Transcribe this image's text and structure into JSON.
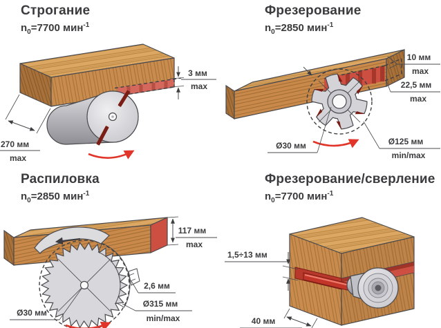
{
  "colors": {
    "accent_red": "#e2352a",
    "cut_red": "#cc4f41",
    "cut_red_dark": "#a03428",
    "wood_top": "#dca763",
    "wood_front": "#c9894a",
    "wood_end": "#a8713a",
    "steel_light": "#d8d8dc",
    "steel_dark": "#8e8e95",
    "text": "#3b3b3d"
  },
  "panels": [
    {
      "id": "planing",
      "title": "Строгание",
      "speed": {
        "base": "n",
        "sub": "0",
        "value": "=7700 мин",
        "sup": "-1"
      },
      "dims": {
        "depth": {
          "value": "3 мм",
          "qualifier": "max"
        },
        "width": {
          "value": "270 мм",
          "qualifier": "max"
        }
      }
    },
    {
      "id": "milling",
      "title": "Фрезерование",
      "speed": {
        "base": "n",
        "sub": "0",
        "value": "=2850 мин",
        "sup": "-1"
      },
      "dims": {
        "groove_width": {
          "value": "10 мм",
          "qualifier": "max"
        },
        "groove_depth": {
          "value": "22,5 мм",
          "qualifier": "max"
        },
        "bore": {
          "value": "Ø30 мм"
        },
        "diameter": {
          "value": "Ø125 мм",
          "qualifier": "min/max"
        }
      }
    },
    {
      "id": "sawing",
      "title": "Распиловка",
      "speed": {
        "base": "n",
        "sub": "0",
        "value": "=2850 мин",
        "sup": "-1"
      },
      "dims": {
        "cut_height": {
          "value": "117 мм",
          "qualifier": "max"
        },
        "kerf": {
          "value": "2,6 мм"
        },
        "diameter": {
          "value": "Ø315 мм",
          "qualifier": "min/max"
        },
        "bore": {
          "value": "Ø30 мм"
        }
      }
    },
    {
      "id": "mill_drill",
      "title": "Фрезерование/сверление",
      "speed": {
        "base": "n",
        "sub": "0",
        "value": "=7700 мин",
        "sup": "-1"
      },
      "dims": {
        "range": {
          "value": "1,5÷13 мм"
        },
        "depth": {
          "value": "40 мм"
        }
      }
    }
  ]
}
